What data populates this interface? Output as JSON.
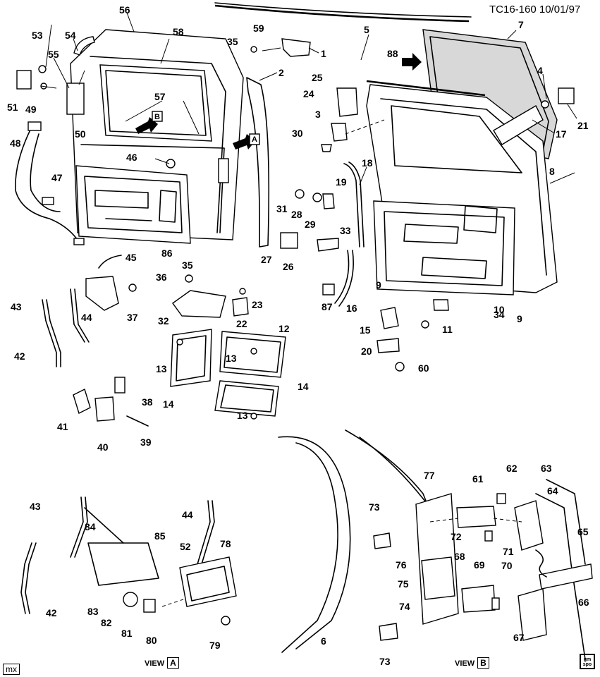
{
  "header": {
    "code": "TC16-160",
    "date": "10/01/97"
  },
  "views": {
    "view_a_word": "VIEW",
    "view_a_letter": "A",
    "view_b_word": "VIEW",
    "view_b_letter": "B"
  },
  "corner_tag": "mx",
  "logo": {
    "line1": "gm",
    "line2": "spo"
  },
  "callout_arrows": {
    "a": "A",
    "b": "B"
  },
  "callouts": {
    "c1": "1",
    "c2": "2",
    "c3": "3",
    "c4": "4",
    "c5": "5",
    "c6": "6",
    "c7": "7",
    "c8": "8",
    "c9": "9",
    "c10": "10",
    "c11": "11",
    "c12": "12",
    "c13a": "13",
    "c13b": "13",
    "c13c": "13",
    "c14a": "14",
    "c14b": "14",
    "c15": "15",
    "c16": "16",
    "c17": "17",
    "c18": "18",
    "c19": "19",
    "c20": "20",
    "c21": "21",
    "c22": "22",
    "c23": "23",
    "c24": "24",
    "c25": "25",
    "c26": "26",
    "c27": "27",
    "c28": "28",
    "c29": "29",
    "c30": "30",
    "c31": "31",
    "c32": "32",
    "c33": "33",
    "c34": "34",
    "c35a": "35",
    "c35b": "35",
    "c36": "36",
    "c37": "37",
    "c38": "38",
    "c39": "39",
    "c40": "40",
    "c41": "41",
    "c42a": "42",
    "c42b": "42",
    "c43a": "43",
    "c43b": "43",
    "c44a": "44",
    "c44b": "44",
    "c45": "45",
    "c46": "46",
    "c47": "47",
    "c48": "48",
    "c49": "49",
    "c50": "50",
    "c51": "51",
    "c52": "52",
    "c53": "53",
    "c54": "54",
    "c55": "55",
    "c56": "56",
    "c57": "57",
    "c58": "58",
    "c59": "59",
    "c60": "60",
    "c61": "61",
    "c62": "62",
    "c63": "63",
    "c64": "64",
    "c65": "65",
    "c66": "66",
    "c67": "67",
    "c68": "68",
    "c69": "69",
    "c70": "70",
    "c71": "71",
    "c72": "72",
    "c73a": "73",
    "c73b": "73",
    "c74": "74",
    "c75": "75",
    "c76": "76",
    "c77": "77",
    "c78": "78",
    "c79": "79",
    "c80": "80",
    "c81": "81",
    "c82": "82",
    "c83": "83",
    "c84": "84",
    "c85": "85",
    "c86": "86",
    "c87": "87",
    "c88": "88"
  }
}
